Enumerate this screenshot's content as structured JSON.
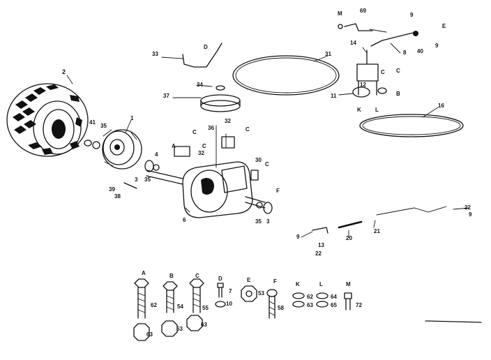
{
  "callouts": {
    "c1": "1",
    "c2": "2",
    "c3a": "3",
    "c3b": "3",
    "c4": "4",
    "c6": "6",
    "c7": "7",
    "c8": "8",
    "c9a": "9",
    "c9b": "9",
    "c9c": "9",
    "c9d": "9",
    "c10": "10",
    "c11": "11",
    "c12": "12",
    "c13": "13",
    "c14": "14",
    "c16": "16",
    "c20": "20",
    "c21": "21",
    "c22a": "22",
    "c22b": "22",
    "c30": "30",
    "c31": "31",
    "c32a": "32",
    "c32b": "32",
    "c33": "33",
    "c34": "34",
    "c35a": "35",
    "c35b": "35",
    "c35c": "35",
    "c36": "36",
    "c37": "37",
    "c38": "38",
    "c39": "39",
    "c40": "40",
    "c41": "41",
    "c53a": "53",
    "c53b": "53",
    "c54": "54",
    "c55": "55",
    "c58": "58",
    "c62a": "62",
    "c62b": "62",
    "c63a": "63",
    "c63b": "63",
    "c63c": "63",
    "c64": "64",
    "c65": "65",
    "c69": "69",
    "c72": "72"
  },
  "letters": {
    "A": "A",
    "B": "B",
    "C": "C",
    "D": "D",
    "E": "E",
    "F": "F",
    "K": "K",
    "L": "L",
    "M": "M",
    "D2": "D",
    "E2": "E",
    "F2": "F",
    "K2": "K",
    "L2": "L",
    "M2": "M",
    "B2": "B",
    "A2": "A",
    "C1": "C",
    "C2": "C",
    "C3": "C",
    "C4": "C",
    "C5": "C",
    "C6": "C"
  }
}
